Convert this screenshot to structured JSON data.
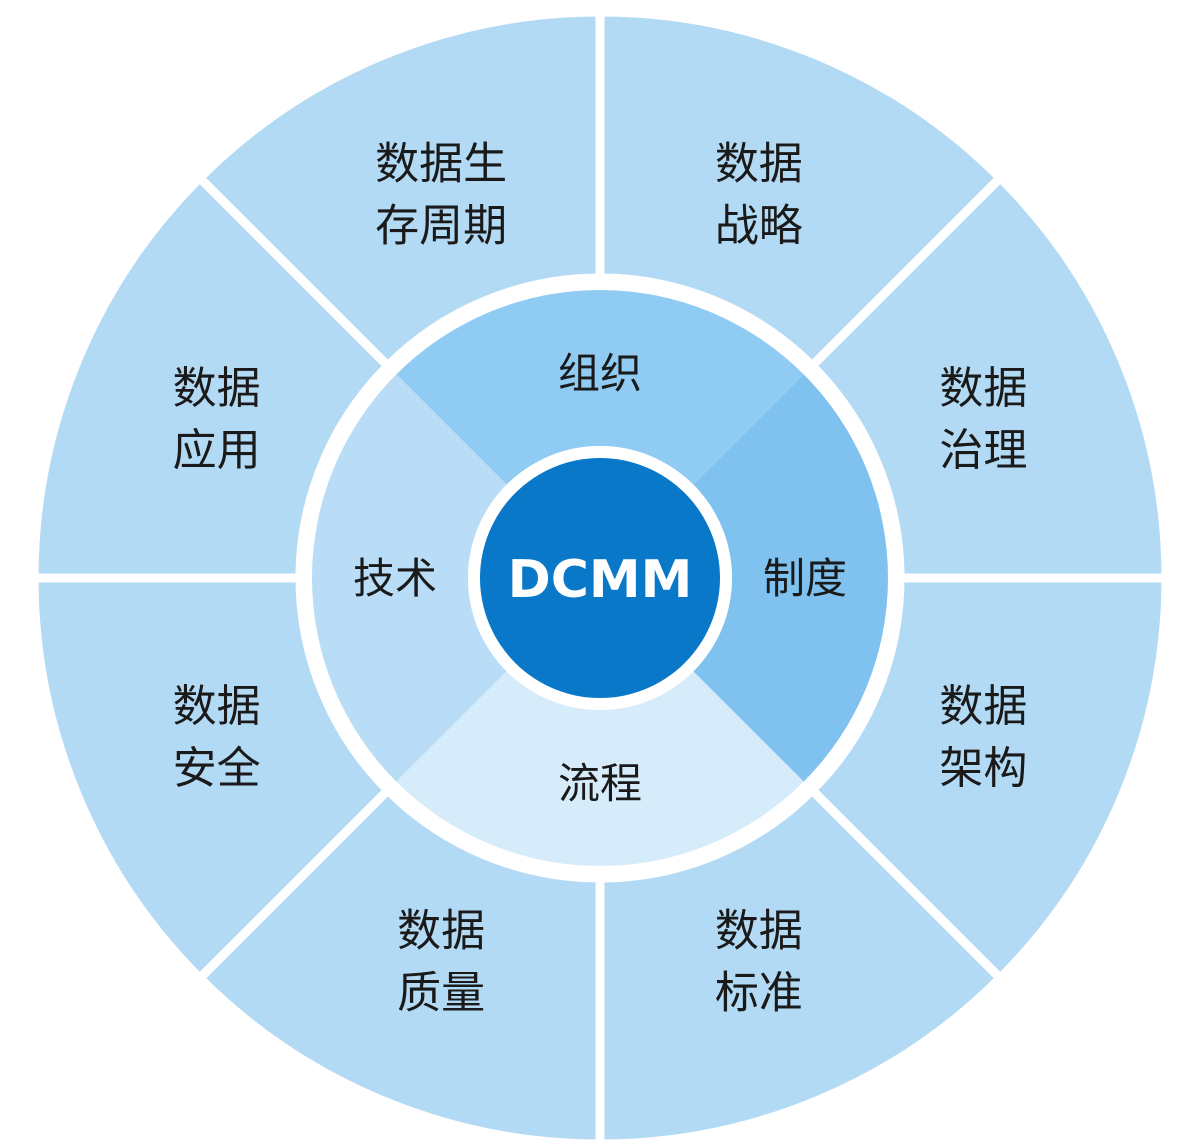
{
  "center": {
    "label": "DCMM",
    "color": "#0a78c8"
  },
  "inner_ring": [
    {
      "label": "组织",
      "color": "#8fcbf3"
    },
    {
      "label": "制度",
      "color": "#7fc2ef"
    },
    {
      "label": "流程",
      "color": "#d6ecfa"
    },
    {
      "label": "技术",
      "color": "#b9ddf6"
    }
  ],
  "outer_ring": [
    {
      "lines": [
        "数据",
        "战略"
      ]
    },
    {
      "lines": [
        "数据",
        "治理"
      ]
    },
    {
      "lines": [
        "数据",
        "架构"
      ]
    },
    {
      "lines": [
        "数据",
        "标准"
      ]
    },
    {
      "lines": [
        "数据",
        "质量"
      ]
    },
    {
      "lines": [
        "数据",
        "安全"
      ]
    },
    {
      "lines": [
        "数据",
        "应用"
      ]
    },
    {
      "lines": [
        "数据生",
        "存周期"
      ]
    }
  ],
  "colors": {
    "outer_segment": "#b3daf4",
    "separator": "#ffffff"
  }
}
